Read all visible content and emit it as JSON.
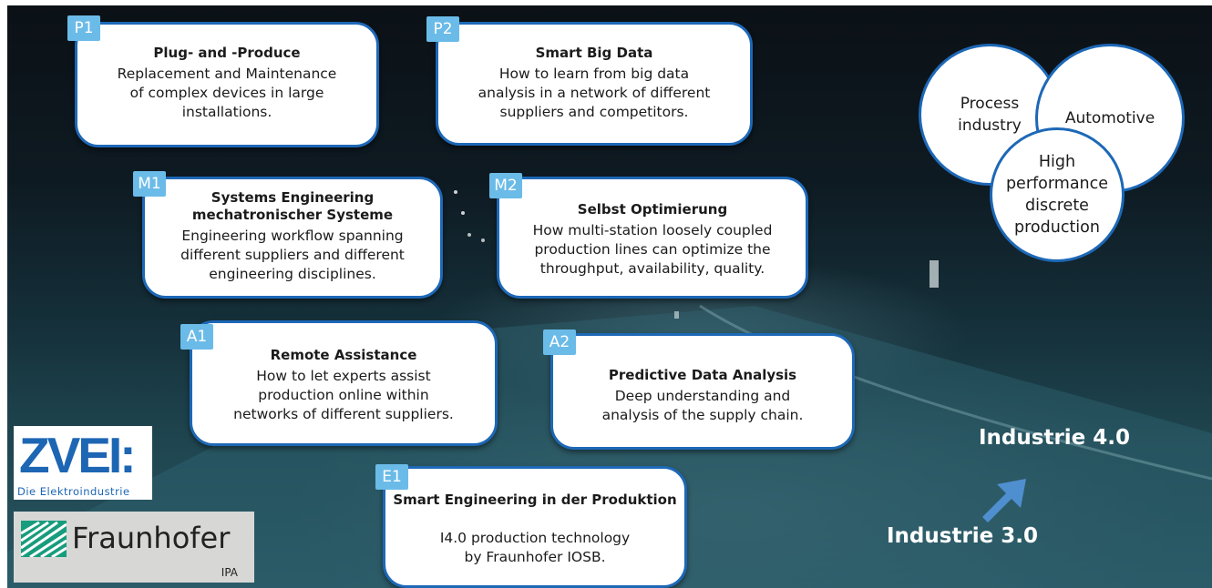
{
  "cards": [
    {
      "id": "p1",
      "tag": "P1",
      "title": "Plug- and -Produce",
      "body": "Replacement   and Maintenance\nof complex  devices  in large\ninstallations."
    },
    {
      "id": "p2",
      "tag": "P2",
      "title": "Smart Big Data",
      "body": "How to learn from big data\nanalysis in a network of different\nsuppliers and competitors."
    },
    {
      "id": "m1",
      "tag": "M1",
      "title": "Systems Engineering\nmechatronischer Systeme",
      "body": "Engineering workflow spanning\ndifferent suppliers and different\nengineering disciplines."
    },
    {
      "id": "m2",
      "tag": "M2",
      "title": "Selbst Optimierung",
      "body": "How multi-station loosely coupled\nproduction lines can optimize the\nthroughput, availability, quality."
    },
    {
      "id": "a1",
      "tag": "A1",
      "title": "Remote Assistance",
      "body": "How to let experts assist\nproduction online within\nnetworks of different suppliers."
    },
    {
      "id": "a2",
      "tag": "A2",
      "title": "Predictive    Data Analysis",
      "body": "Deep understanding and\nanalysis of the supply chain."
    },
    {
      "id": "e1",
      "tag": "E1",
      "title": "Smart Engineering\nin der Produktion",
      "body": "I4.0  production  technology\nby Fraunhofer IOSB."
    }
  ],
  "circles": {
    "process": "Process\nindustry",
    "automotive": "Automotive",
    "discrete": "High\nperformance\ndiscrete\nproduction"
  },
  "industrie": {
    "from": "Industrie 3.0",
    "to": "Industrie 4.0",
    "arrow_color": "#4f8fd0"
  },
  "logos": {
    "zvei_mark": "ZVEI:",
    "zvei_sub": "Die Elektroindustrie",
    "fraunhofer_name": "Fraunhofer",
    "fraunhofer_sub": "IPA"
  },
  "colors": {
    "card_border": "#1d68b7",
    "tag_fill": "#6bbbe8",
    "background_dark": "#0b1116",
    "zvei_blue": "#1d66b4",
    "fraunhofer_green": "#179c7d"
  }
}
